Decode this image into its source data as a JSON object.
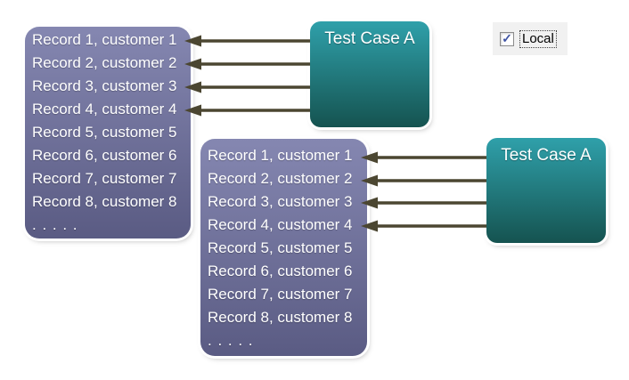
{
  "colors": {
    "purple_top": "#8587B1",
    "purple_bottom": "#5A5B83",
    "teal_top": "#2FA0AA",
    "teal_bottom": "#155350",
    "arrow": "#4B4631",
    "check": "#3F53A4",
    "checkbox_panel_bg": "#F1F1F1"
  },
  "record_list": {
    "rows": [
      "Record 1, customer 1",
      "Record 2, customer 2",
      "Record 3, customer 3",
      "Record 4, customer 4",
      "Record 5, customer 5",
      "Record 6, customer 6",
      "Record 7, customer 7",
      "Record 8, customer 8"
    ],
    "ellipsis": ". . . . ."
  },
  "test_case_top": {
    "label": "Test Case A"
  },
  "test_case_right": {
    "label": "Test Case A"
  },
  "local_checkbox": {
    "label": "Local",
    "checked": true,
    "checkmark_glyph": "✓"
  }
}
